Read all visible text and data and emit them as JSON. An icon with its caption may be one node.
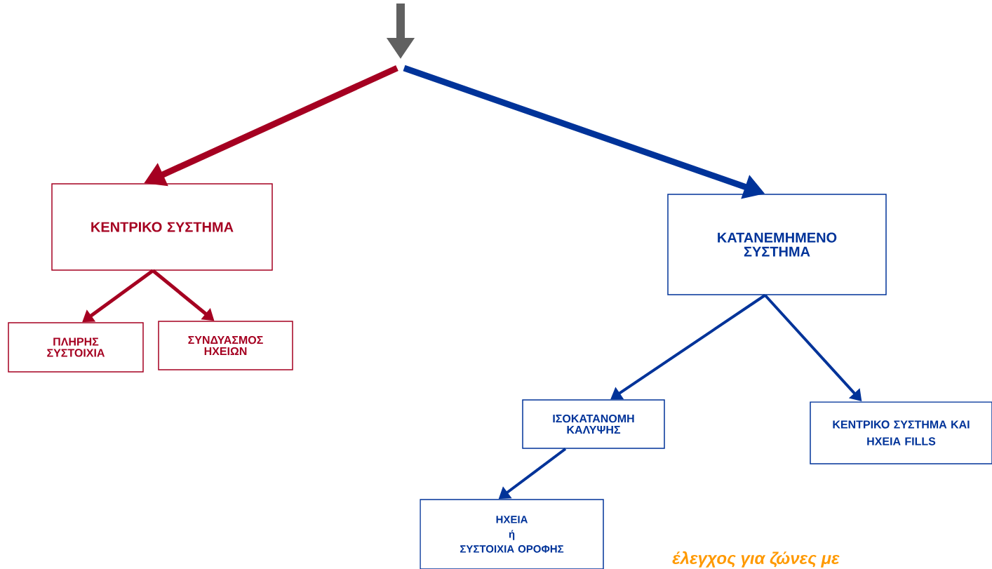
{
  "diagram": {
    "nodes": [
      {
        "text": [
          "ΚΕΝΤΡΙΚΟ ΣΥΣΤΗΜΑ"
        ]
      },
      {
        "text": [
          "ΠΛΗΡΗΣ ΣΥΣΤΟΙΧΙΑ"
        ]
      },
      {
        "text": [
          "ΣΥΝΔΥΑΣΜΟΣ ΗΧΕΙΩΝ"
        ]
      },
      {
        "text": [
          "ΚΑΤΑΝΕΜΗΜΕΝΟ ΣΥΣΤΗΜΑ"
        ]
      },
      {
        "text": [
          "ΙΣΟΚΑΤΑΝΟΜΗ ΚΑΛΥΨΗΣ"
        ]
      },
      {
        "text": [
          "ΚΕΝΤΡΙΚΟ ΣΥΣΤΗΜΑ ΚΑΙ",
          "ΗΧΕΙΑ FILLS"
        ]
      },
      {
        "text": [
          "ΗΧΕΙΑ",
          "ή",
          "ΣΥΣΤΟΙΧΙΑ ΟΡΟΦΗΣ"
        ]
      }
    ],
    "edges": [
      {
        "from": null,
        "to": 0,
        "arrow": "to",
        "style": "thick",
        "color": "#a50021"
      },
      {
        "from": null,
        "to": 3,
        "arrow": "to",
        "style": "thick",
        "color": "#003399"
      },
      {
        "from": 0,
        "to": 1,
        "arrow": "to",
        "color": "#a50021"
      },
      {
        "from": 0,
        "to": 2,
        "arrow": "to",
        "color": "#a50021"
      },
      {
        "from": 3,
        "to": 4,
        "arrow": "to",
        "color": "#003399"
      },
      {
        "from": 3,
        "to": 5,
        "arrow": "to",
        "color": "#003399"
      },
      {
        "from": 4,
        "to": 6,
        "arrow": "to",
        "color": "#003399"
      }
    ],
    "labels": [
      "έλεγχος για ζώνες με"
    ]
  }
}
